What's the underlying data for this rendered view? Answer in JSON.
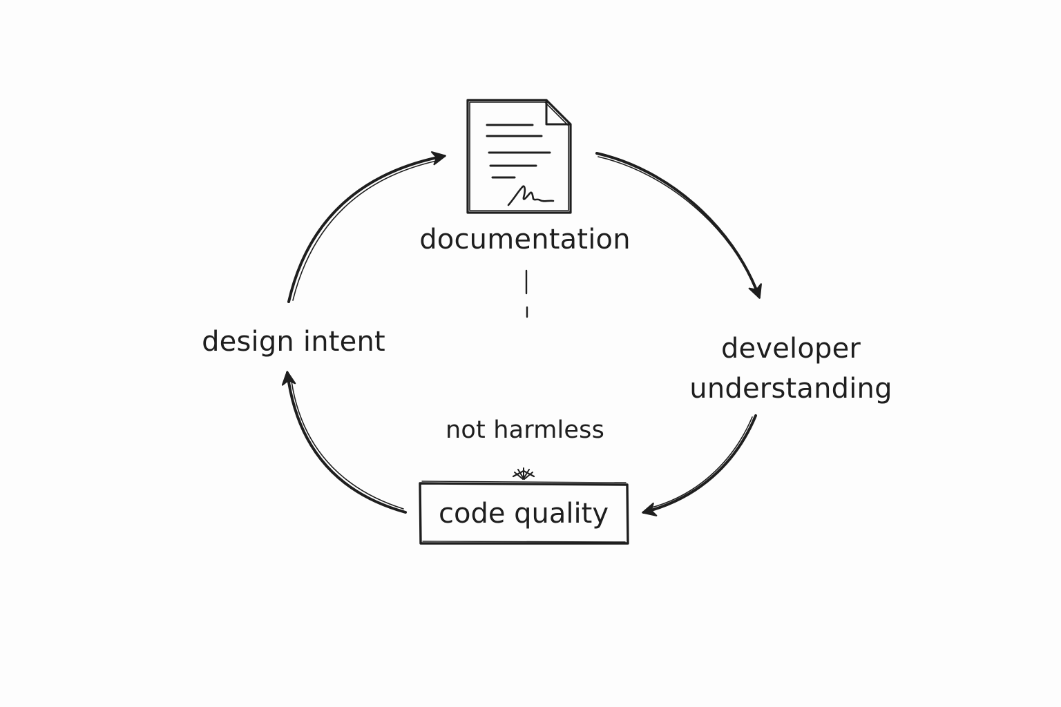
{
  "nodes": {
    "documentation": "documentation",
    "developer_understanding_line1": "developer",
    "developer_understanding_line2": "understanding",
    "code_quality": "code quality",
    "design_intent": "design intent"
  },
  "annotation": {
    "not_harmless": "not harmless"
  },
  "colors": {
    "ink": "#1e1e1e",
    "background": "#fdfdfd"
  },
  "icons": {
    "documentation": "signed-document-icon"
  }
}
